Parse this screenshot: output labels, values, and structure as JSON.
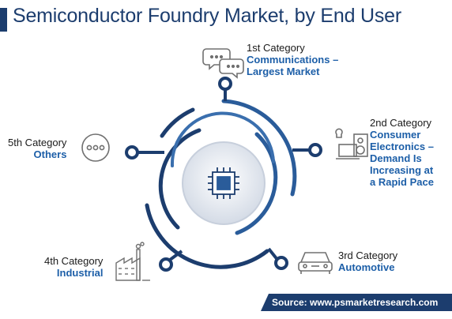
{
  "title": "Semiconductor Foundry Market, by End User",
  "source": "Source: www.psmarketresearch.com",
  "colors": {
    "navy": "#1c3d6e",
    "blue": "#1d5fa8",
    "icon_gray": "#707070"
  },
  "categories": [
    {
      "label": "1st Category",
      "description": "Communications –\nLargest Market",
      "icon": "chat-bubbles-icon"
    },
    {
      "label": "2nd Category",
      "description": "Consumer\nElectronics –\nDemand Is\nIncreasing at\na Rapid Pace",
      "icon": "electronics-icon"
    },
    {
      "label": "3rd Category",
      "description": "Automotive",
      "icon": "car-icon"
    },
    {
      "label": "4th Category",
      "description": "Industrial",
      "icon": "factory-icon"
    },
    {
      "label": "5th Category",
      "description": "Others",
      "icon": "ellipsis-icon"
    }
  ],
  "center_icon": "chip-icon"
}
